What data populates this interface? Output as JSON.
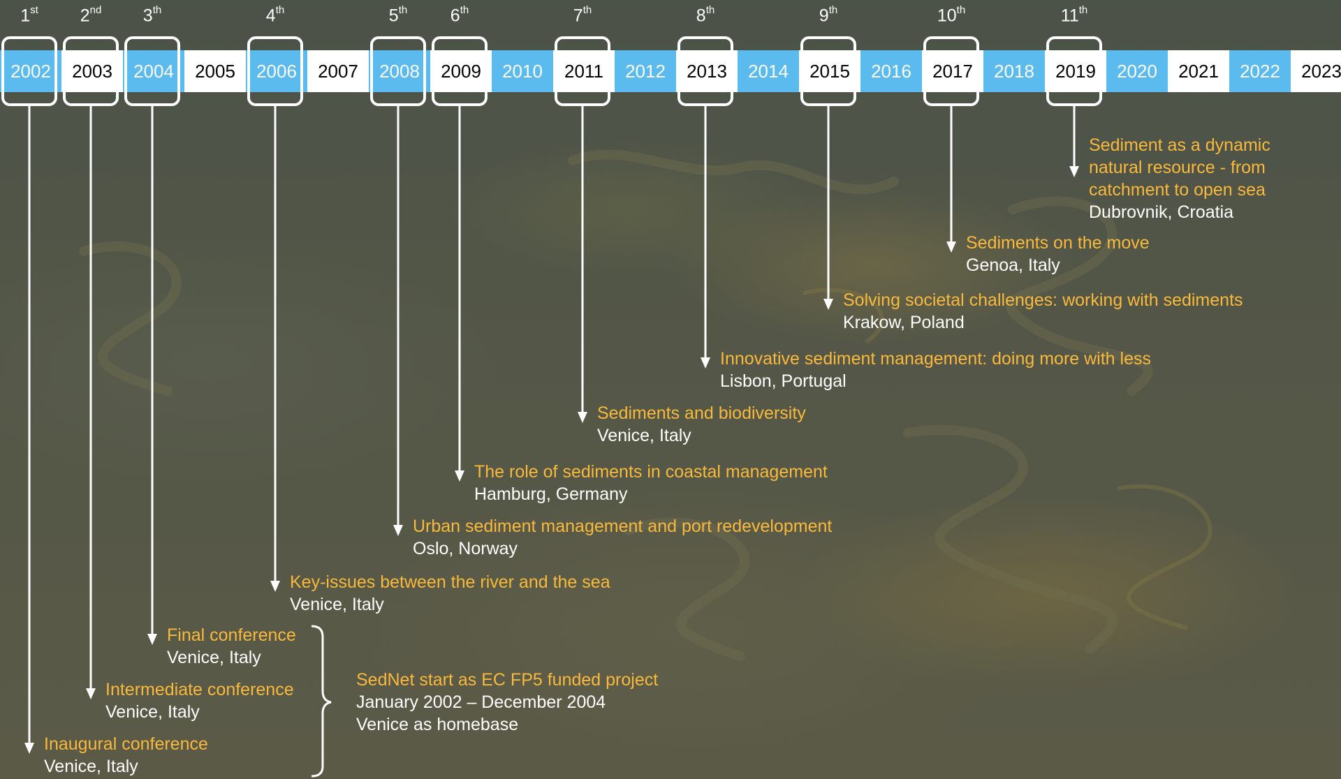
{
  "colors": {
    "blue": "#5bbbef",
    "white": "#ffffff",
    "orange": "#f8b93c"
  },
  "years": [
    "2002",
    "2003",
    "2004",
    "2005",
    "2006",
    "2007",
    "2008",
    "2009",
    "2010",
    "2011",
    "2012",
    "2013",
    "2014",
    "2015",
    "2016",
    "2017",
    "2018",
    "2019",
    "2020",
    "2021",
    "2022",
    "2023"
  ],
  "conferences": [
    {
      "ordinal_num": "1",
      "ordinal_sup": "st",
      "year": "2002",
      "title": "Inaugural conference",
      "location": "Venice, Italy"
    },
    {
      "ordinal_num": "2",
      "ordinal_sup": "nd",
      "year": "2003",
      "title": "Intermediate conference",
      "location": "Venice, Italy"
    },
    {
      "ordinal_num": "3",
      "ordinal_sup": "th",
      "year": "2004",
      "title": "Final conference",
      "location": "Venice, Italy"
    },
    {
      "ordinal_num": "4",
      "ordinal_sup": "th",
      "year": "2006",
      "title": "Key-issues between the river and the sea",
      "location": "Venice, Italy"
    },
    {
      "ordinal_num": "5",
      "ordinal_sup": "th",
      "year": "2008",
      "title": "Urban sediment management and port redevelopment",
      "location": "Oslo, Norway"
    },
    {
      "ordinal_num": "6",
      "ordinal_sup": "th",
      "year": "2009",
      "title": "The role of sediments in coastal management",
      "location": "Hamburg, Germany"
    },
    {
      "ordinal_num": "7",
      "ordinal_sup": "th",
      "year": "2011",
      "title": "Sediments and biodiversity",
      "location": "Venice, Italy"
    },
    {
      "ordinal_num": "8",
      "ordinal_sup": "th",
      "year": "2013",
      "title": "Innovative sediment management: doing more with less",
      "location": "Lisbon, Portugal"
    },
    {
      "ordinal_num": "9",
      "ordinal_sup": "th",
      "year": "2015",
      "title": "Solving societal challenges: working with sediments",
      "location": "Krakow, Poland"
    },
    {
      "ordinal_num": "10",
      "ordinal_sup": "th",
      "year": "2017",
      "title": "Sediments on the move",
      "location": "Genoa, Italy"
    },
    {
      "ordinal_num": "11",
      "ordinal_sup": "th",
      "year": "2019",
      "title_lines": [
        "Sediment as a dynamic",
        "natural resource - from",
        "catchment to open sea"
      ],
      "location": "Dubrovnik, Croatia"
    }
  ],
  "project_note": {
    "title": "SedNet start as EC FP5 funded project",
    "line1": "January 2002 – December 2004",
    "line2": "Venice as homebase"
  }
}
